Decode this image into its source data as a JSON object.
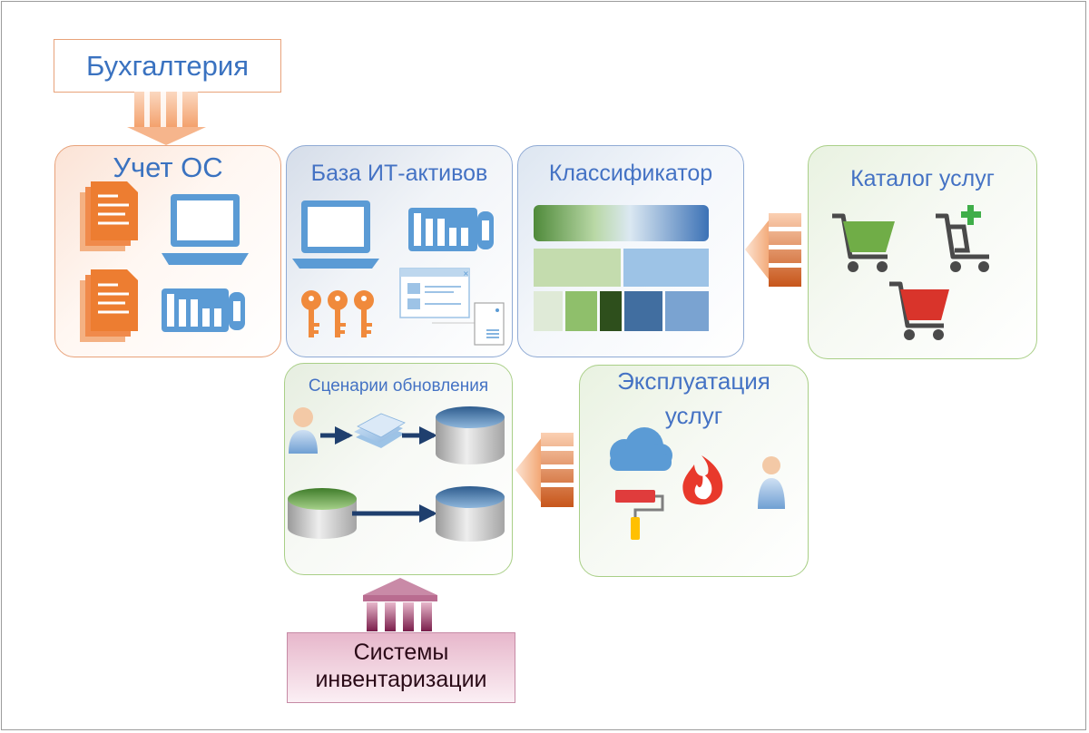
{
  "accounting": {
    "label": "Бухгалтерия"
  },
  "inventory_systems": {
    "line1": "Системы",
    "line2": "инвентаризации"
  },
  "panels": {
    "fixed_assets": {
      "title": "Учет ОС"
    },
    "it_assets": {
      "title": "База ИТ-активов"
    },
    "classifier": {
      "title": "Классификатор"
    },
    "service_catalog": {
      "title": "Каталог услуг"
    },
    "update_scenarios": {
      "title": "Сценарии обновления"
    },
    "service_operation": {
      "title_line1": "Эксплуатация",
      "title_line2": "услуг"
    }
  },
  "colors": {
    "orange": "#ed7d31",
    "blue": "#5b9bd5",
    "green": "#70ad47",
    "red": "#d9342b",
    "maroon": "#7a1e4b",
    "title_blue": "#4472c4",
    "navy": "#1f3f6e"
  },
  "icons": [
    "document-icon",
    "laptop-icon",
    "pbx-icon",
    "key-icon",
    "window-icon",
    "server-icon",
    "cart-icon",
    "cart-add-icon",
    "person-icon",
    "database-icon",
    "cloud-icon",
    "fire-icon",
    "paint-roller-icon",
    "building-icon"
  ]
}
